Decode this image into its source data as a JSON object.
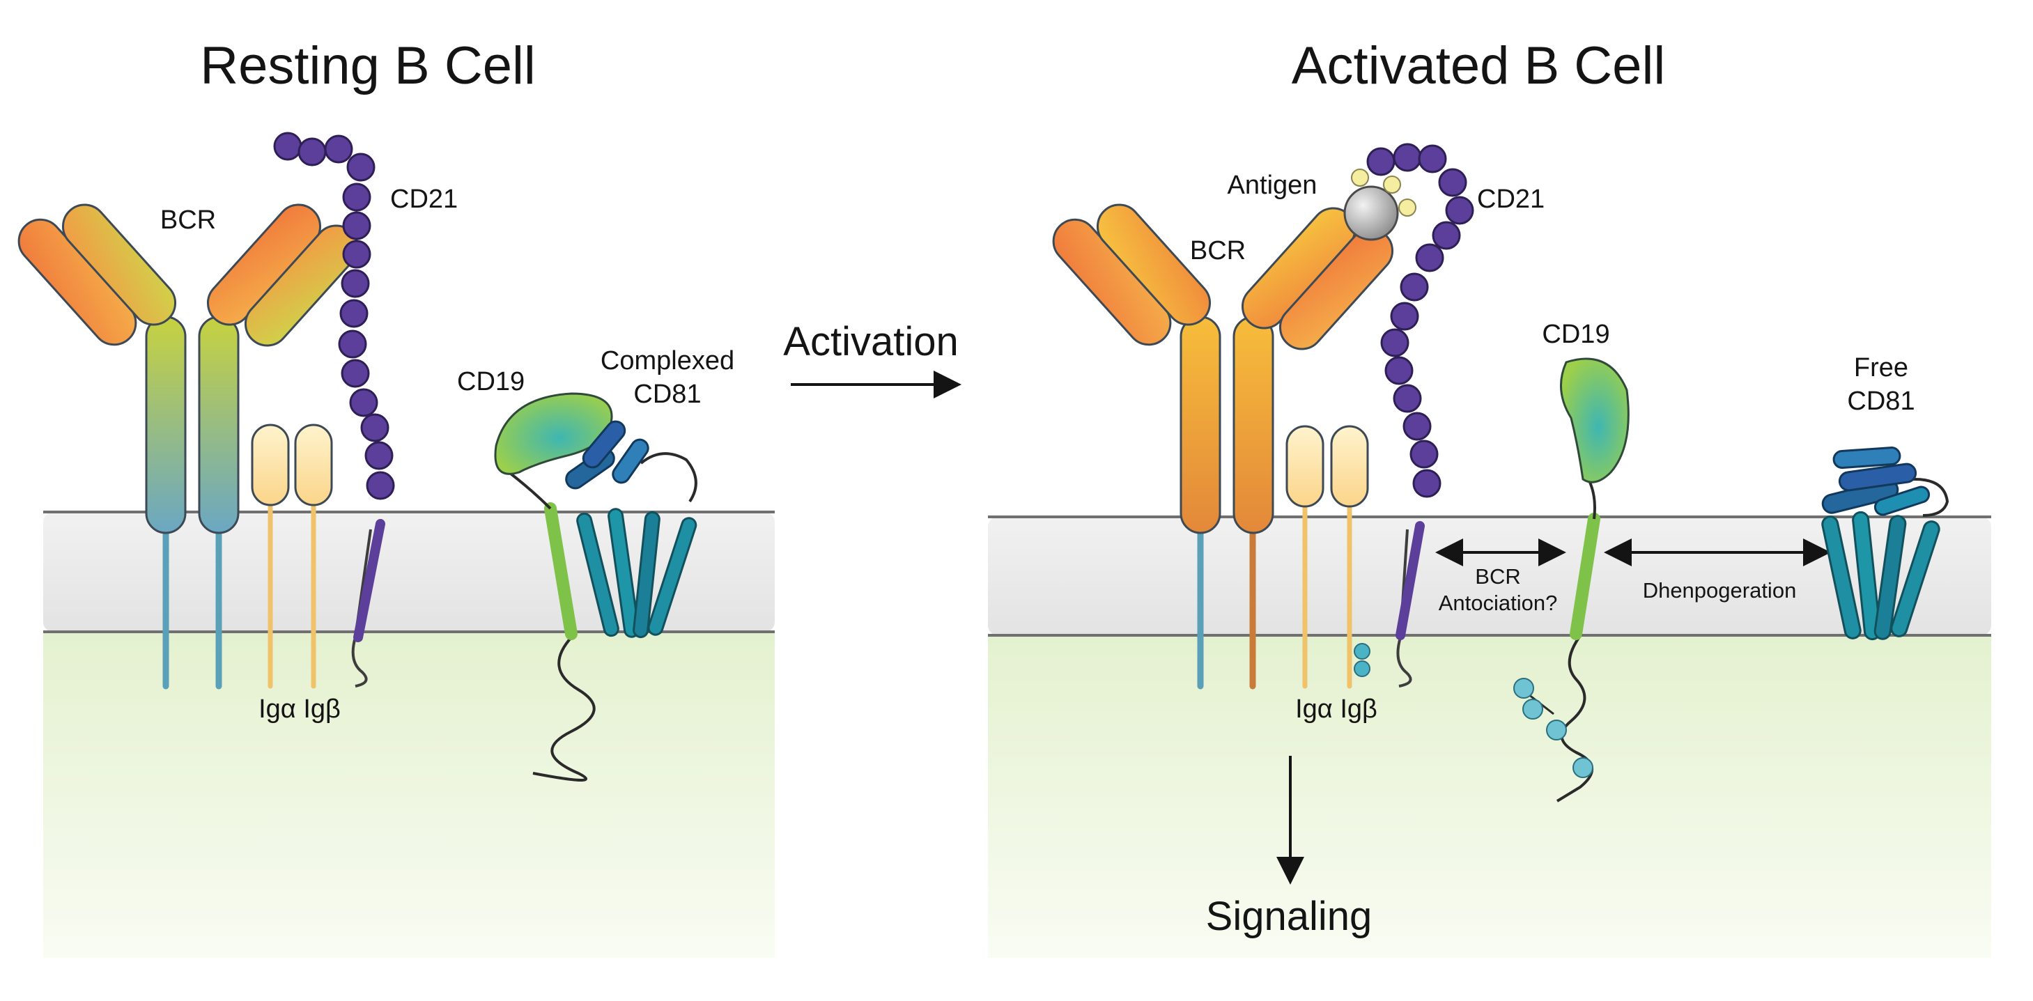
{
  "resting_panel": {
    "title": "Resting B Cell",
    "labels": {
      "bcr": "BCR",
      "cd21": "CD21",
      "cd19": "CD19",
      "complexed_cd81_line1": "Complexed",
      "complexed_cd81_line2": "CD81",
      "ig_alpha_beta": "Igα Igβ"
    }
  },
  "transition": {
    "label": "Activation"
  },
  "activated_panel": {
    "title": "Activated B Cell",
    "labels": {
      "antigen": "Antigen",
      "bcr": "BCR",
      "cd21": "CD21",
      "cd19": "CD19",
      "free_cd81_line1": "Free",
      "free_cd81_line2": "CD81",
      "bcr_association_line1": "BCR",
      "bcr_association_line2": "Antociation?",
      "dissociation": "Dhenpogeration",
      "ig_alpha_beta": "Igα Igβ",
      "signaling": "Signaling"
    }
  },
  "colors": {
    "membrane": "#ebebeb",
    "membrane_line": "#6e6e6e",
    "cytoplasm": "#eef6df",
    "cd21": "#5c3f9a",
    "cd19": "#7fc24a",
    "cd81": "#1f8fa3",
    "bcr_orange": "#f2994a",
    "ig_cream": "#fde7b0"
  }
}
